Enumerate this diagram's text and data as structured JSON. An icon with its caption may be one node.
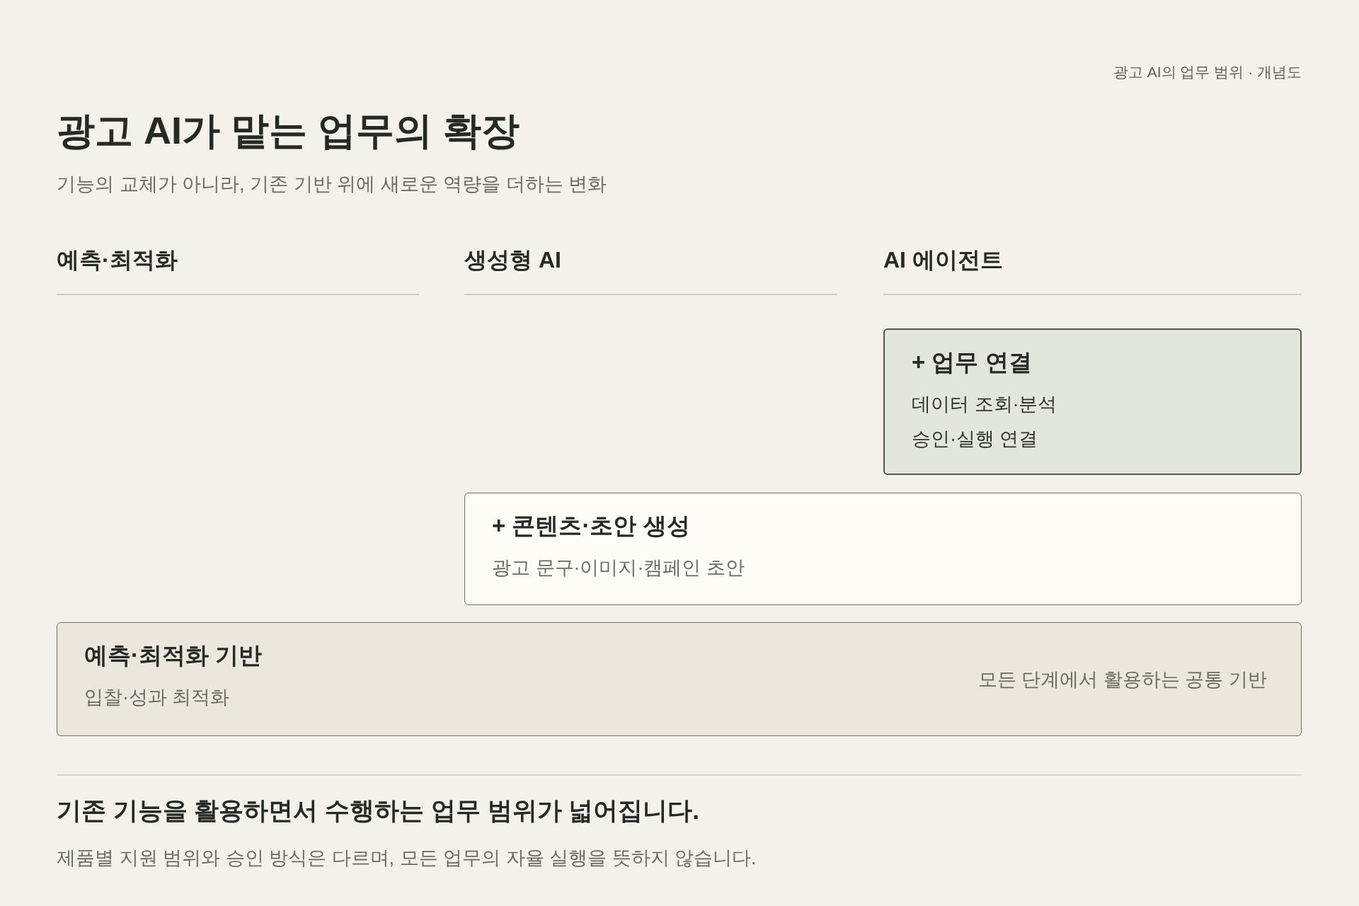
{
  "diagram": {
    "title": "광고 AI가 맡는 업무의 확장",
    "nodes": [
      {
        "text": [
          "+ 업무 연결",
          "데이터 조회·분석",
          "승인·실행 연결"
        ]
      },
      {
        "text": [
          "+ 콘텐츠·초안 생성",
          "광고 문구·이미지·캠페인 초안"
        ]
      },
      {
        "text": [
          "예측·최적화 기반",
          "입찰·성과 최적화",
          "모든 단계에서 활용하는 공통 기반"
        ]
      }
    ],
    "labels": [
      "광고 AI의 업무 범위 · 개념도",
      "기능의 교체가 아니라, 기존 기반 위에 새로운 역량을 더하는 변화",
      "예측·최적화",
      "생성형 AI",
      "AI 에이전트",
      "기존 기능을 활용하면서 수행하는 업무 범위가 넓어집니다.",
      "제품별 지원 범위와 승인 방식은 다르며, 모든 업무의 자율 실행을 뜻하지 않습니다."
    ]
  }
}
